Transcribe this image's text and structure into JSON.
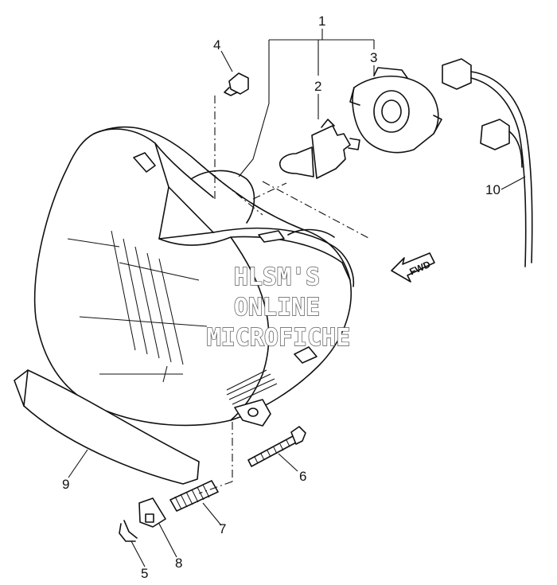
{
  "callouts": {
    "c1": "1",
    "c2": "2",
    "c3": "3",
    "c4": "4",
    "c5": "5",
    "c6": "6",
    "c7": "7",
    "c8": "8",
    "c9": "9",
    "c10": "10"
  },
  "direction_label": "FWD",
  "watermark": {
    "line1": "HLSM'S",
    "line2": "ONLINE",
    "line3": "MICROFICHE"
  }
}
